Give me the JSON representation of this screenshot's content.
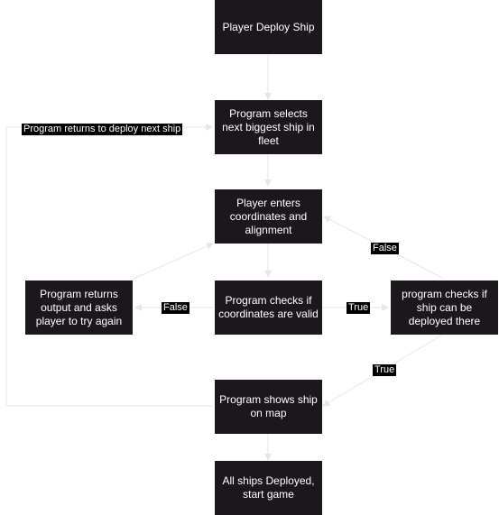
{
  "nodes": {
    "deploy_ship": "Player Deploy Ship",
    "select_ship": "Program selects next biggest ship in fleet",
    "enter_coords": "Player enters coordinates and alignment",
    "check_valid": "Program checks if coordinates are valid",
    "return_output": "Program returns output and asks player to try again",
    "check_deploy": "program checks if ship can be deployed there",
    "show_ship": "Program shows ship on map",
    "all_deployed": "All ships Deployed, start game"
  },
  "edge_labels": {
    "loop_back": "Program returns to deploy next ship",
    "invalid": "False",
    "valid": "True",
    "cannot_deploy": "False",
    "can_deploy": "True"
  },
  "colors": {
    "node_fill": "#1c171d",
    "node_text": "#ffffff",
    "connector": "#e6e6e6",
    "label_fill": "#000000"
  }
}
